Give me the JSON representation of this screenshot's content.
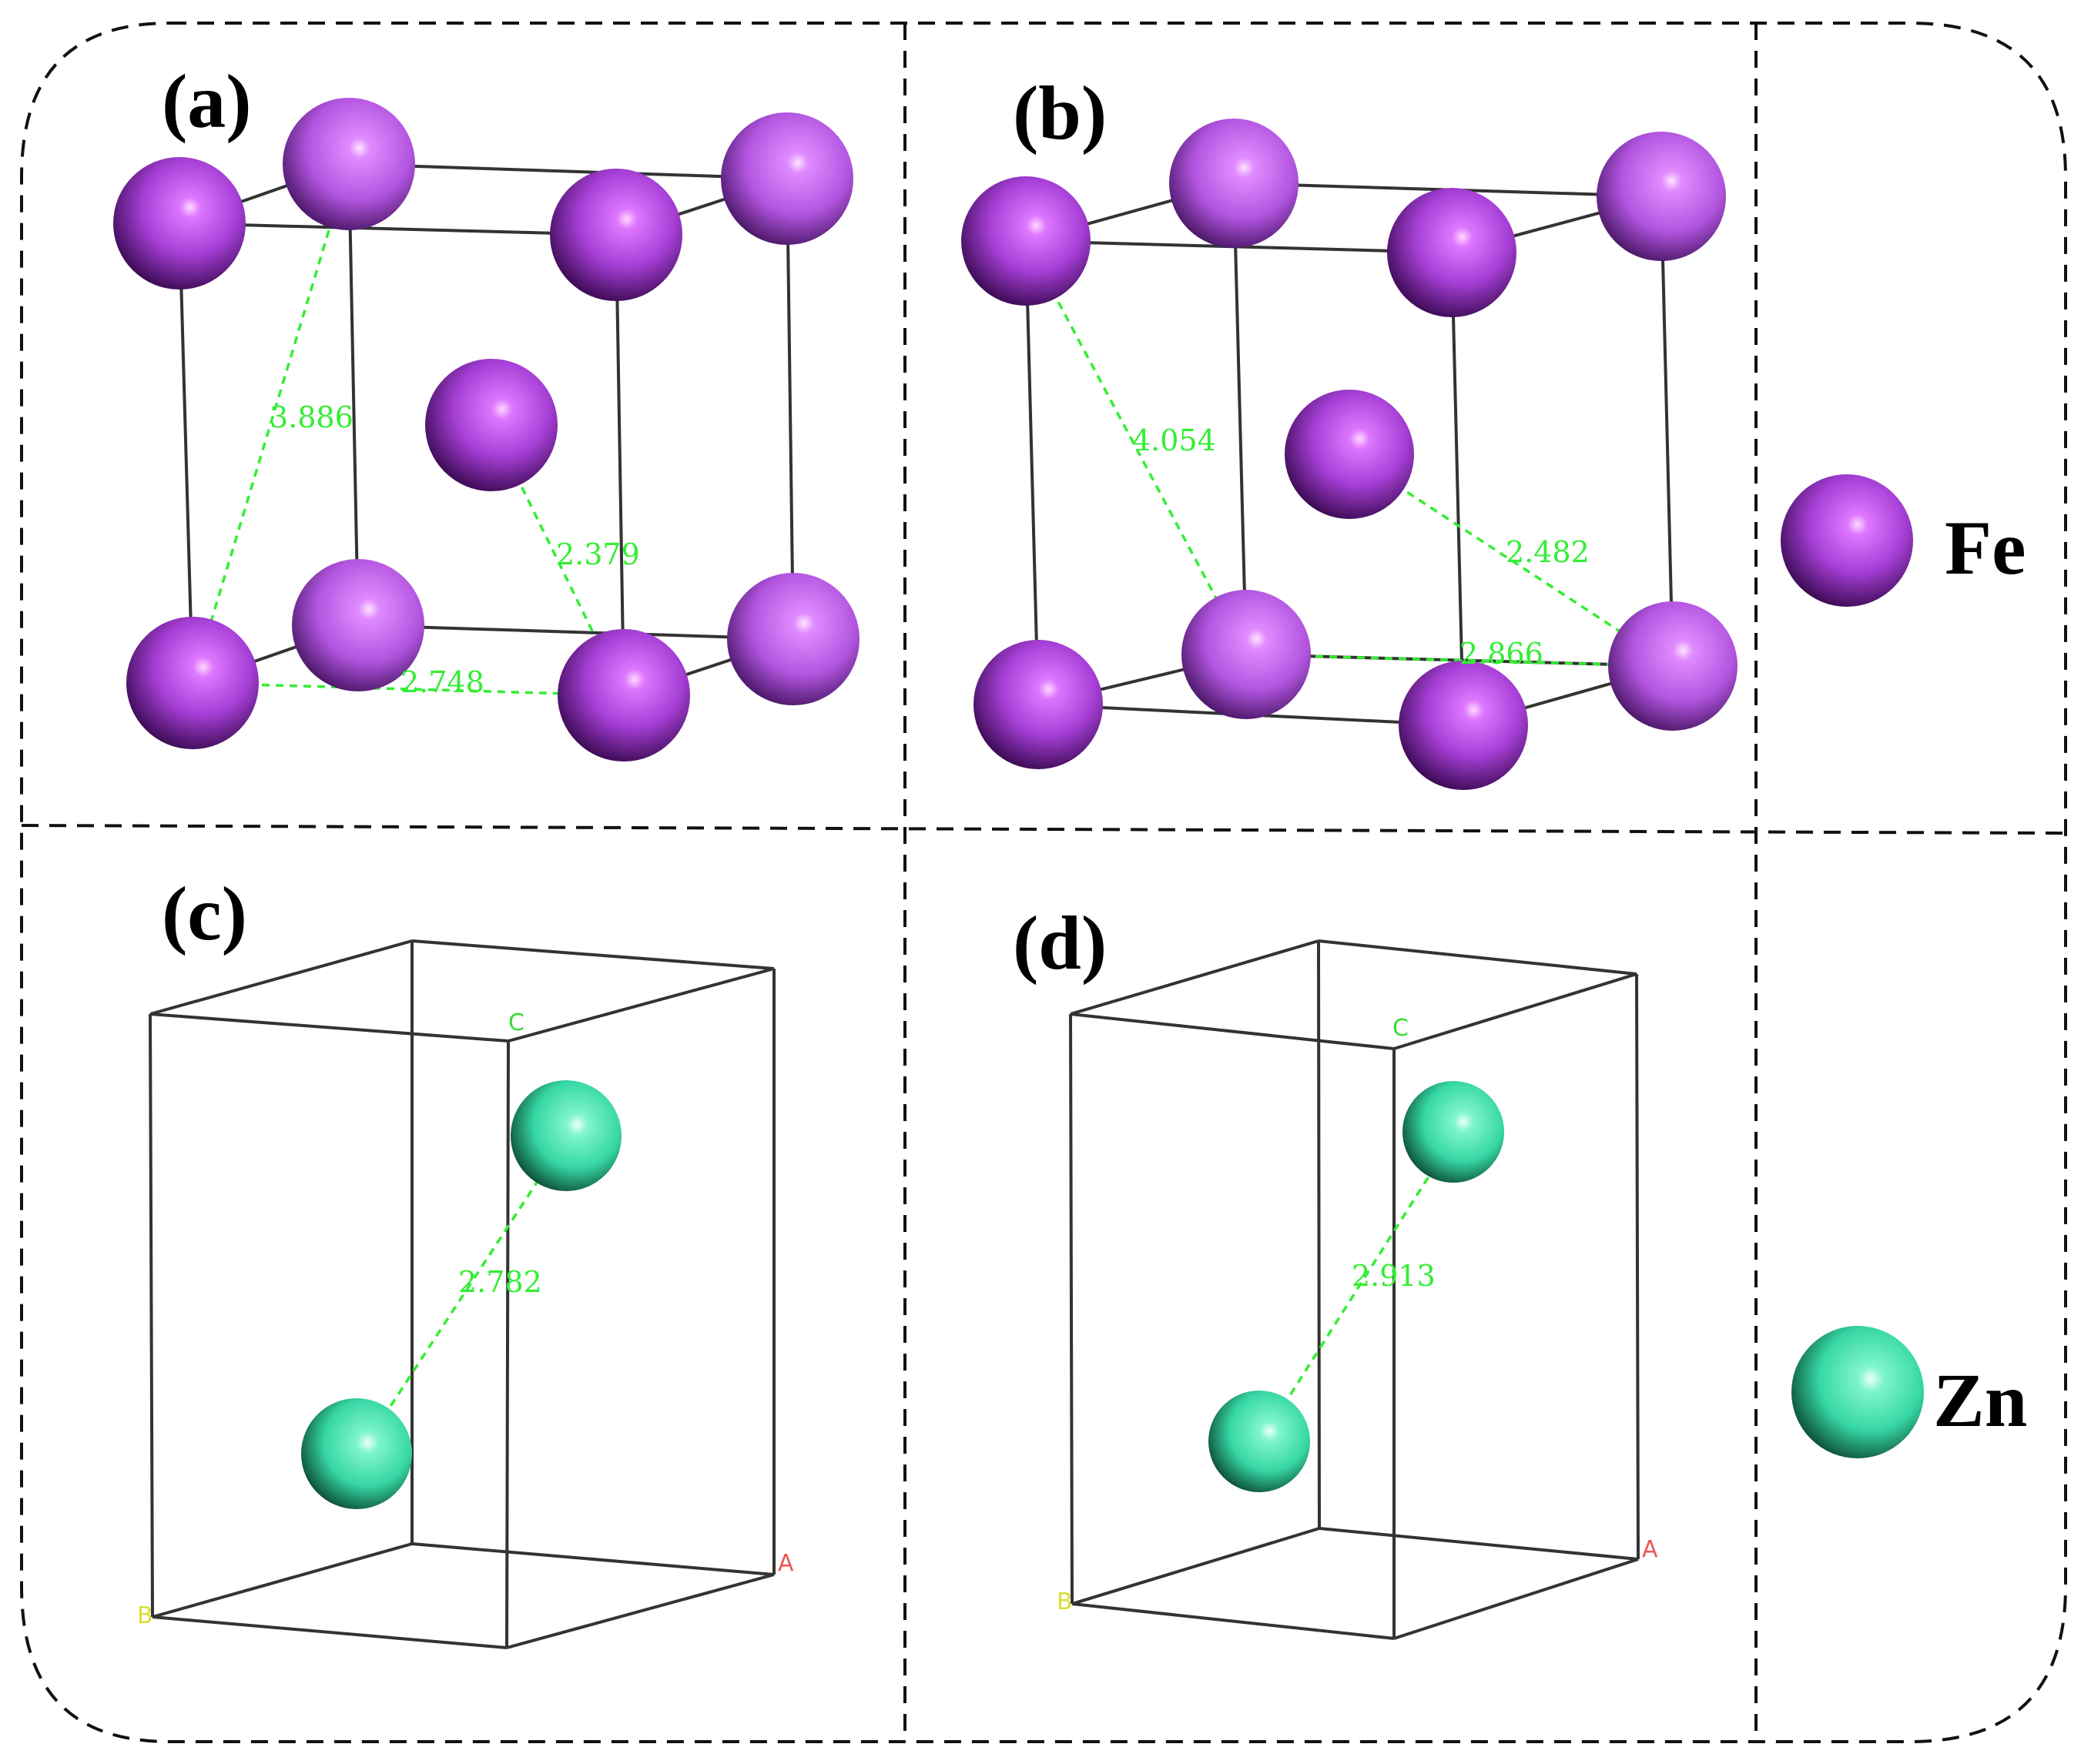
{
  "colors": {
    "fe": "#a63fd6",
    "zn": "#36d7a4",
    "bond": "#33ee33",
    "axis_c": "#33dd33",
    "axis_a": "#ee5555",
    "axis_b": "#dddd33"
  },
  "panels": {
    "a": {
      "label": "(a)",
      "distances": [
        "3.886",
        "2.379",
        "2.748"
      ]
    },
    "b": {
      "label": "(b)",
      "distances": [
        "4.054",
        "2.482",
        "2.866"
      ]
    },
    "c": {
      "label": "(c)",
      "distance": "2.782",
      "axis_c": "C",
      "axis_a": "A",
      "axis_b": "B"
    },
    "d": {
      "label": "(d)",
      "distance": "2.913",
      "axis_c": "C",
      "axis_a": "A",
      "axis_b": "B"
    }
  },
  "legend": {
    "fe": "Fe",
    "zn": "Zn"
  }
}
